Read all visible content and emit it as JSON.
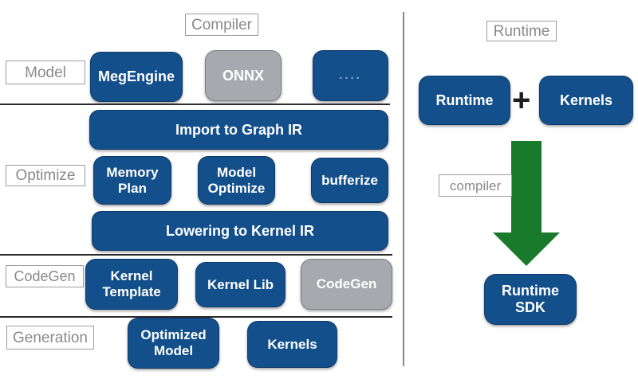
{
  "colors": {
    "node_blue": "#134F8B",
    "node_gray": "#A6A9AD",
    "arrow_green": "#1A7A2C",
    "label_text_gray": "#8A8A8A",
    "separator": "#2B2B2B"
  },
  "compiler": {
    "title": "Compiler",
    "stage_labels": {
      "model": "Model",
      "optimize": "Optimize",
      "codegen": "CodeGen",
      "generation": "Generation"
    },
    "nodes": {
      "megengine": "MegEngine",
      "onnx": "ONNX",
      "more": "....",
      "import_graph_ir": "Import to Graph IR",
      "memory_plan": "Memory\nPlan",
      "model_optimize": "Model\nOptimize",
      "bufferize": "bufferize",
      "lowering_kernel_ir": "Lowering to Kernel IR",
      "kernel_template": "Kernel\nTemplate",
      "kernel_lib": "Kernel Lib",
      "codegen": "CodeGen",
      "optimized_model": "Optimized\nModel",
      "kernels": "Kernels"
    }
  },
  "runtime": {
    "title": "Runtime",
    "compiler_label": "compiler",
    "plus": "+",
    "nodes": {
      "runtime": "Runtime",
      "kernels": "Kernels",
      "runtime_sdk": "Runtime\nSDK"
    }
  }
}
